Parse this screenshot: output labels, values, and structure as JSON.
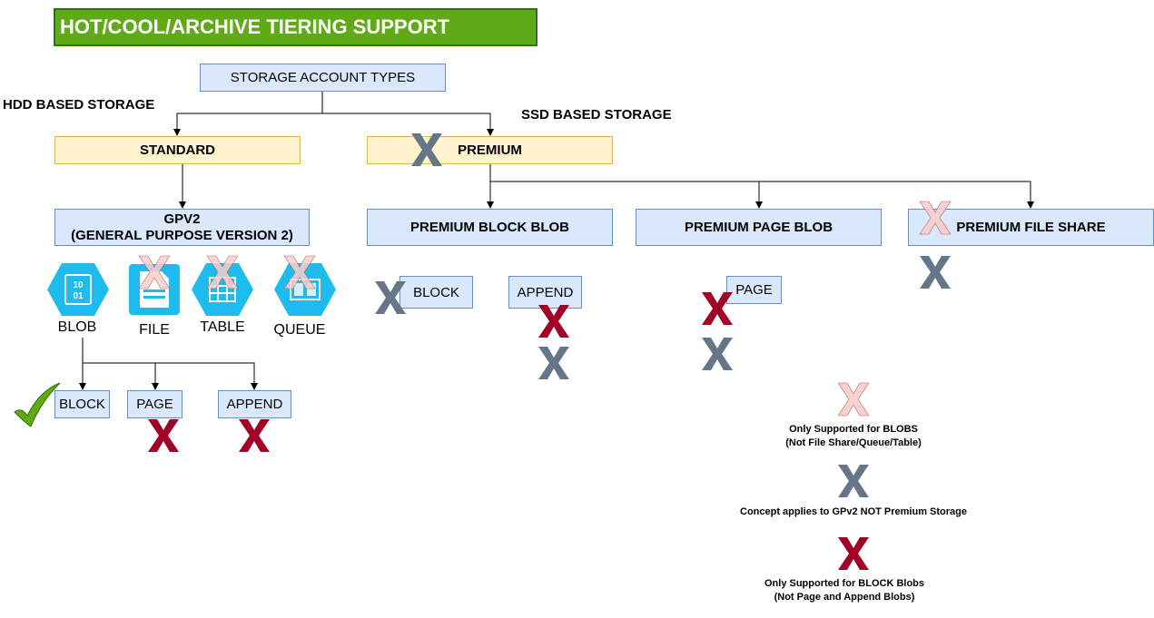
{
  "title": "HOT/COOL/ARCHIVE TIERING SUPPORT",
  "root": "STORAGE ACCOUNT TYPES",
  "hdd_label": "HDD BASED STORAGE",
  "ssd_label": "SSD BASED STORAGE",
  "standard": "STANDARD",
  "premium": "PREMIUM",
  "gpv2_line1": "GPV2",
  "gpv2_line2": "(GENERAL PURPOSE VERSION 2)",
  "services": {
    "blob": "BLOB",
    "file": "FILE",
    "table": "TABLE",
    "queue": "QUEUE"
  },
  "blob_types": {
    "block": "BLOCK",
    "page": "PAGE",
    "append": "APPEND"
  },
  "premium_types": {
    "block_blob": "PREMIUM BLOCK BLOB",
    "page_blob": "PREMIUM PAGE BLOB",
    "file_share": "PREMIUM FILE SHARE"
  },
  "premium_block_children": {
    "block": "BLOCK",
    "append": "APPEND"
  },
  "premium_page_children": {
    "page": "PAGE"
  },
  "legend": {
    "pink_line1": "Only Supported for BLOBS",
    "pink_line2": "(Not File Share/Queue/Table)",
    "gray_line1": "Concept applies to GPv2 NOT Premium Storage",
    "red_line1": "Only Supported for BLOCK Blobs",
    "red_line2": "(Not Page and Append Blobs)"
  },
  "colors": {
    "title_bg": "#60a917",
    "box_blue": "#dae8fc",
    "box_yellow": "#fff2cc",
    "mark_pink": "#f8cecc",
    "mark_gray": "#647687",
    "mark_red": "#a20025",
    "check_green": "#60a917",
    "service_icon": "#1ebbee"
  }
}
